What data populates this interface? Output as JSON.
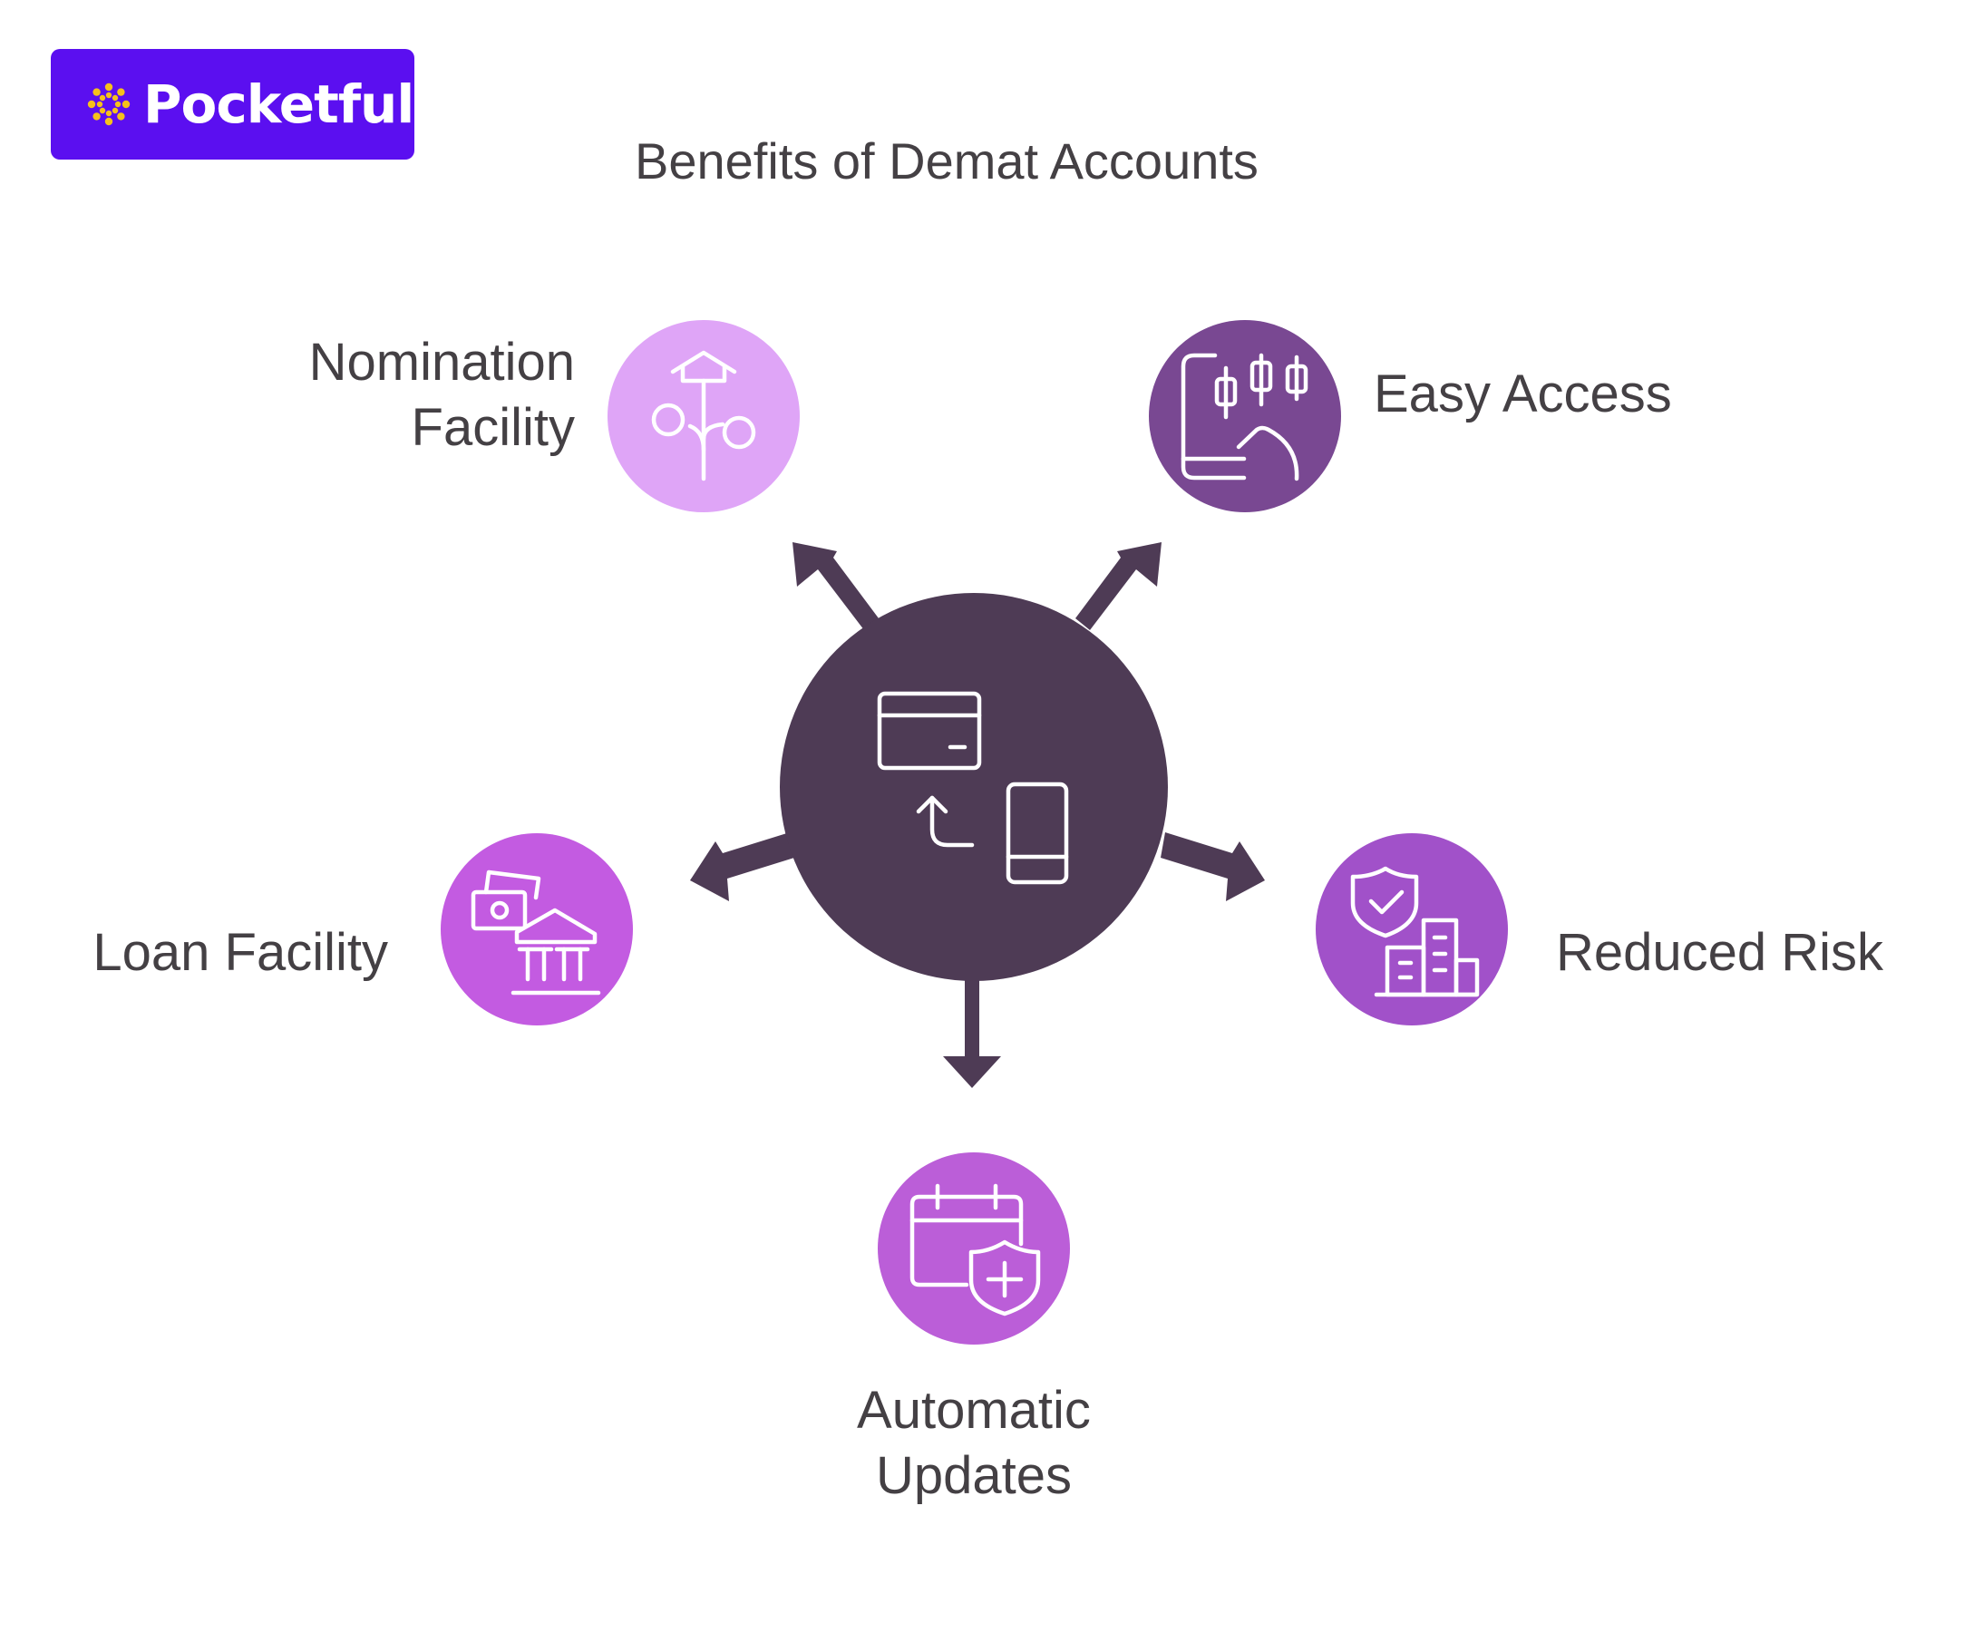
{
  "brand": {
    "name": "Pocketful",
    "badge_color": "#5b0ff0",
    "accent_color": "#f6c11b"
  },
  "title": "Benefits of Demat Accounts",
  "hub": {
    "icon": "card-transfer-phone-icon",
    "color": "#4e3b55"
  },
  "benefits": [
    {
      "id": "nomination",
      "lines": [
        "Nomination",
        "Facility"
      ],
      "icon": "family-tree-home-icon",
      "color": "#dfa5f7"
    },
    {
      "id": "easy-access",
      "lines": [
        "Easy Access"
      ],
      "icon": "mobile-trading-candlestick-icon",
      "color": "#794892"
    },
    {
      "id": "reduced-risk",
      "lines": [
        "Reduced Risk"
      ],
      "icon": "shield-check-buildings-icon",
      "color": "#a151c9"
    },
    {
      "id": "automatic-updates",
      "lines": [
        "Automatic",
        "Updates"
      ],
      "icon": "calendar-shield-plus-icon",
      "color": "#bb5ed8"
    },
    {
      "id": "loan-facility",
      "lines": [
        "Loan Facility"
      ],
      "icon": "money-bank-icon",
      "color": "#c35be1"
    }
  ]
}
